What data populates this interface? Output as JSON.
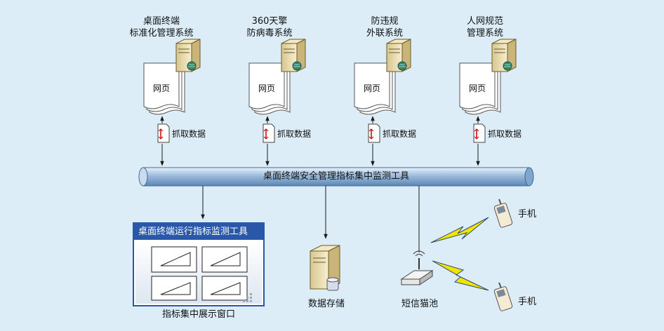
{
  "systems": [
    {
      "title_line1": "桌面终端",
      "title_line2": "标准化管理系统",
      "web_label": "网页",
      "fetch_label": "抓取数据"
    },
    {
      "title_line1": "360天擎",
      "title_line2": "防病毒系统",
      "web_label": "网页",
      "fetch_label": "抓取数据"
    },
    {
      "title_line1": "防违规",
      "title_line2": "外联系统",
      "web_label": "网页",
      "fetch_label": "抓取数据"
    },
    {
      "title_line1": "人网规范",
      "title_line2": "管理系统",
      "web_label": "网页",
      "fetch_label": "抓取数据"
    }
  ],
  "pipe": {
    "label": "桌面终端安全管理指标集中监测工具"
  },
  "monitor": {
    "title": "桌面终端运行指标监测工具",
    "caption": "指标集中展示窗口"
  },
  "storage": {
    "label": "数据存储"
  },
  "modem": {
    "label": "短信猫池"
  },
  "phones": [
    {
      "label": "手机"
    },
    {
      "label": "手机"
    }
  ],
  "colors": {
    "background": "#dcedf7",
    "pipe": "#7fa6cc",
    "monitor_header": "#2a58a8",
    "lightning": "#f2e400",
    "server": "#e8d9a8",
    "arrow": "#1a1a1a"
  }
}
